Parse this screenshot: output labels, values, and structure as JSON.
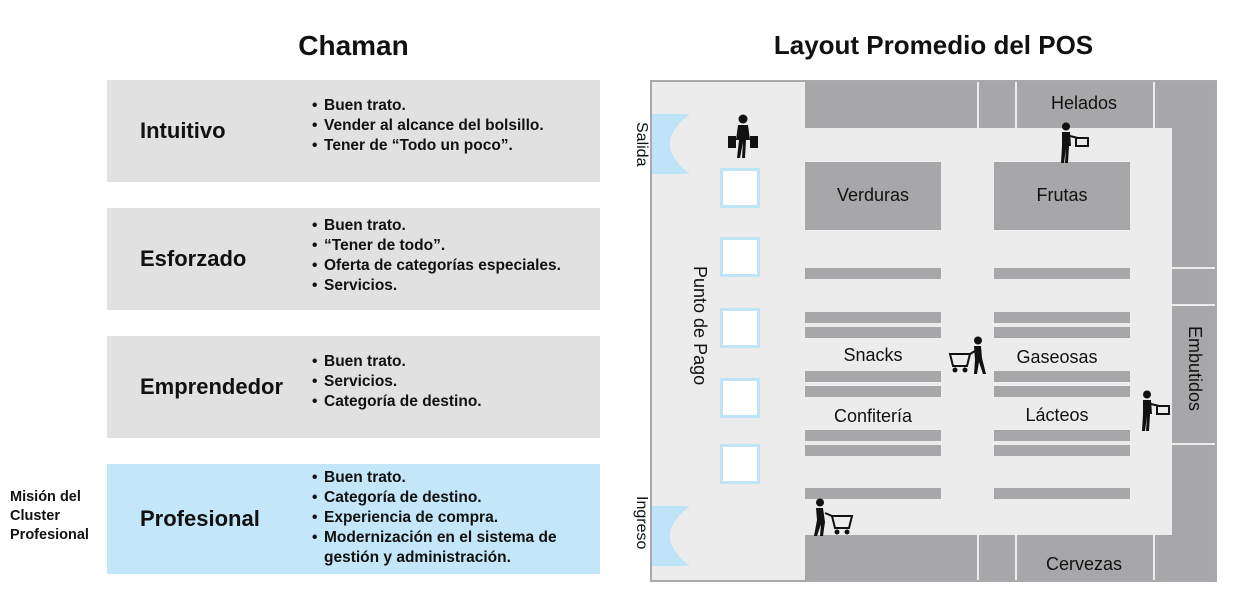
{
  "left_title": "Chaman",
  "right_title": "Layout Promedio del POS",
  "profiles": [
    {
      "name": "Intuitivo",
      "bullets": [
        "Buen trato.",
        "Vender al alcance del bolsillo.",
        "Tener de “Todo un poco”."
      ]
    },
    {
      "name": "Esforzado",
      "bullets": [
        "Buen trato.",
        "“Tener de todo”.",
        "Oferta de categorías especiales.",
        "Servicios."
      ]
    },
    {
      "name": "Emprendedor",
      "bullets": [
        "Buen trato.",
        "Servicios.",
        "Categoría de destino."
      ]
    },
    {
      "name": "Profesional",
      "bullets": [
        "Buen trato.",
        "Categoría de destino.",
        "Experiencia de compra.",
        "Modernización en el sistema de gestión y administración."
      ]
    }
  ],
  "mission_label": "Misión del Cluster Profesional",
  "store": {
    "exit": "Salida",
    "entrance": "Ingreso",
    "checkout": "Punto de Pago",
    "sections": {
      "helados": "Helados",
      "verduras": "Verduras",
      "frutas": "Frutas",
      "snacks": "Snacks",
      "gaseosas": "Gaseosas",
      "confiteria": "Confitería",
      "lacteos": "Lácteos",
      "embutidos": "Embutidos",
      "cervezas": "Cervezas"
    }
  },
  "colors": {
    "panel": "#e1e1e2",
    "highlight": "#c3e6f8",
    "shelf": "#a7a7a9",
    "floor": "#ececed",
    "door": "#bfe4f7"
  }
}
